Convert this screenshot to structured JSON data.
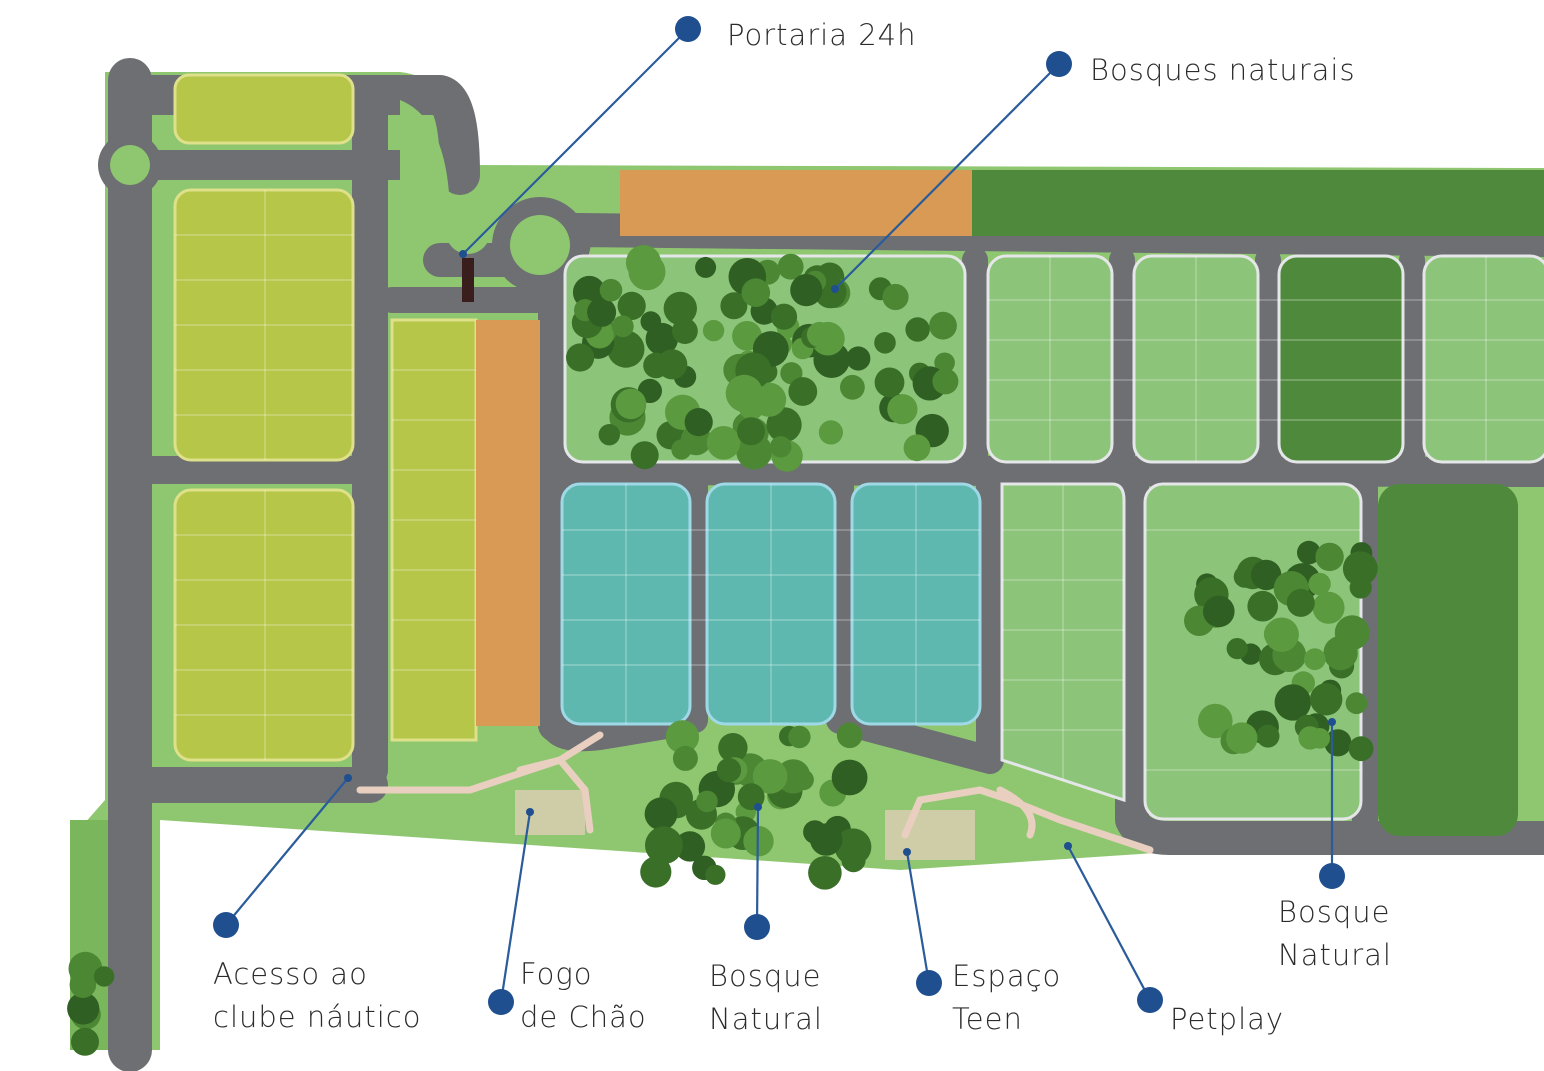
{
  "map": {
    "colors": {
      "road": "#6d6f73",
      "road_edge": "#e4e6e8",
      "grass": "#8fc770",
      "grass_dark": "#7ab65b",
      "lot_yellow": "#b6c648",
      "lot_orange": "#d89a55",
      "lot_teal": "#5fb8b0",
      "lot_light_green": "#8cc47a",
      "lot_dark_green": "#4f8a3c",
      "tree": "#3f7a2c",
      "path": "#e9cfc0",
      "marker": "#1f4f8f",
      "leader": "#2a5b9b"
    },
    "labels": [
      {
        "id": "portaria",
        "lines": [
          "Portaria 24h"
        ]
      },
      {
        "id": "bosques",
        "lines": [
          "Bosques naturais"
        ]
      },
      {
        "id": "acesso",
        "lines": [
          "Acesso ao",
          "clube náutico"
        ]
      },
      {
        "id": "fogo",
        "lines": [
          "Fogo",
          "de Chão"
        ]
      },
      {
        "id": "bosque-central",
        "lines": [
          "Bosque",
          "Natural"
        ]
      },
      {
        "id": "espaco-teen",
        "lines": [
          "Espaço",
          "Teen"
        ]
      },
      {
        "id": "petplay",
        "lines": [
          "Petplay"
        ]
      },
      {
        "id": "bosque-leste",
        "lines": [
          "Bosque",
          "Natural"
        ]
      }
    ]
  }
}
